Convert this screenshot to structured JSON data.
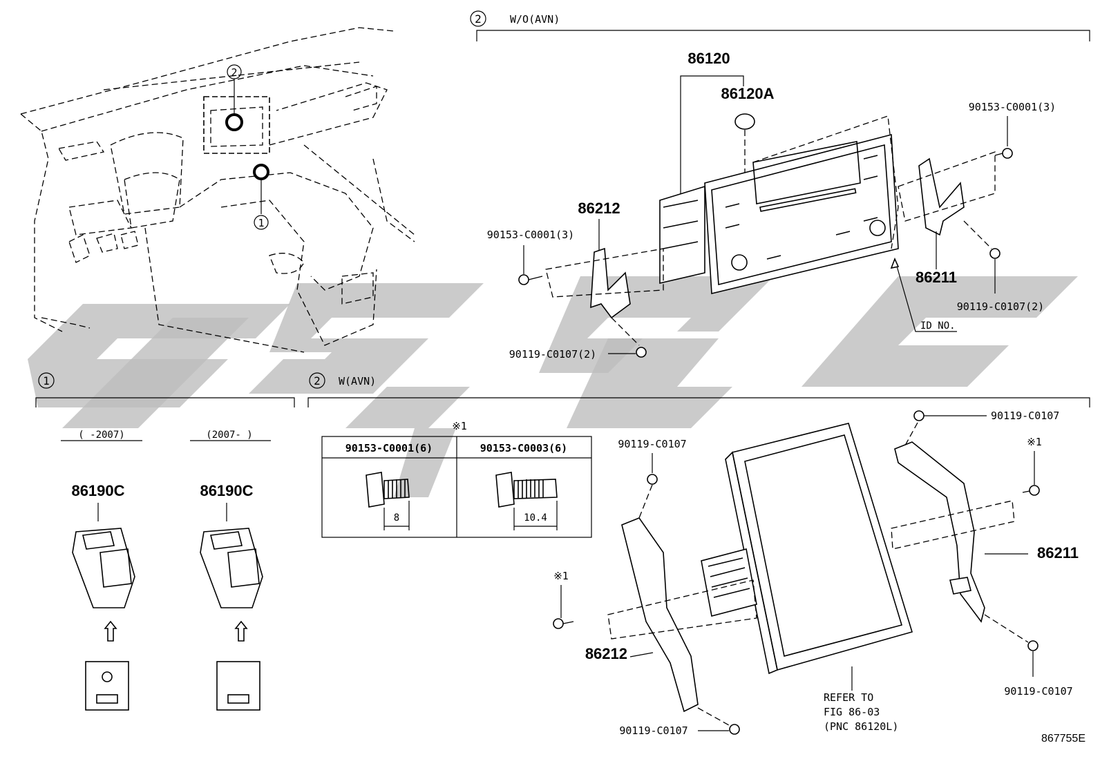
{
  "section_headers": {
    "top": {
      "num": "2",
      "label": "W/O(AVN)"
    },
    "left": {
      "num": "1",
      "label": ""
    },
    "right": {
      "num": "2",
      "label": "W(AVN)"
    }
  },
  "overview_markers": {
    "marker_2": "2",
    "marker_1": "1"
  },
  "year_ranges": {
    "early": "(        -2007)",
    "late": "(2007-        )"
  },
  "parts": {
    "radio_assy": "86120",
    "knob": "86120A",
    "bracket_left_top": "86212",
    "bracket_right_top": "86211",
    "screw_top_right": "90153-C0001(3)",
    "screw_top_left": "90153-C0001(3)",
    "screw_top_bottom": "90119-C0107(2)",
    "screw_top_right_lower": "90119-C0107(2)",
    "id_no": "ID NO.",
    "usb_early": "86190C",
    "usb_late": "86190C",
    "avn_screw_top_right": "90119-C0107",
    "avn_screw_top_left": "90119-C0107",
    "avn_note_right": "※1",
    "avn_note_left": "※1",
    "avn_bracket_right": "86211",
    "avn_bracket_left": "86212",
    "avn_screw_bottom_right": "90119-C0107",
    "avn_screw_bottom_left": "90119-C0107",
    "refer_line1": "REFER TO",
    "refer_line2": "FIG 86-03",
    "refer_line3": "(PNC 86120L)"
  },
  "bolt_table": {
    "note": "※1",
    "col1": "90153-C0001(6)",
    "col2": "90153-C0003(6)",
    "dim1": "8",
    "dim2": "10.4"
  },
  "figure_id": "867755E",
  "colors": {
    "line": "#000000",
    "watermark": "#bdbdbd",
    "background": "#ffffff"
  }
}
